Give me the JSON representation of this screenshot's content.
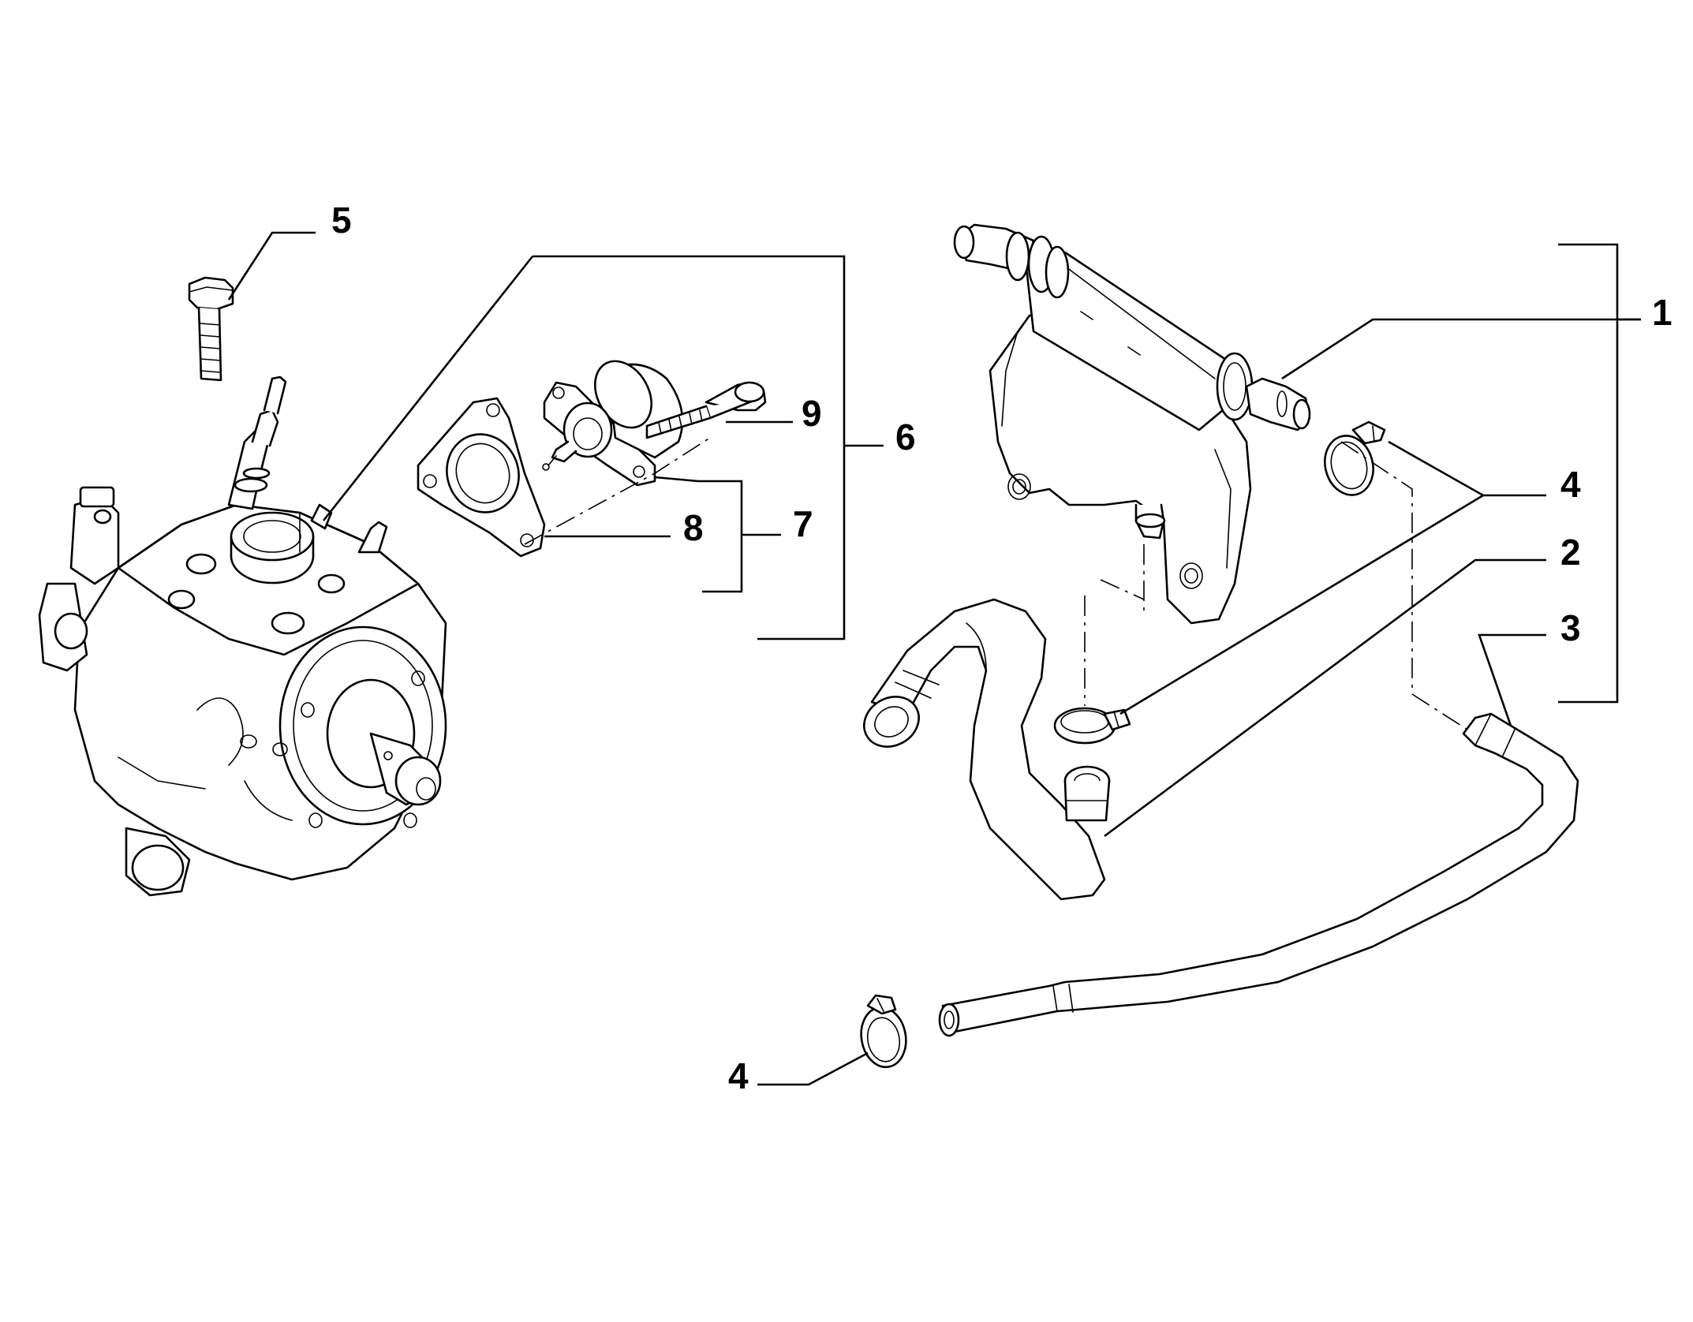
{
  "diagram": {
    "callouts": [
      {
        "id": "c1",
        "label": "1"
      },
      {
        "id": "c2",
        "label": "2"
      },
      {
        "id": "c3",
        "label": "3"
      },
      {
        "id": "c4a",
        "label": "4"
      },
      {
        "id": "c4b",
        "label": "4"
      },
      {
        "id": "c5",
        "label": "5"
      },
      {
        "id": "c6",
        "label": "6"
      },
      {
        "id": "c7",
        "label": "7"
      },
      {
        "id": "c8",
        "label": "8"
      },
      {
        "id": "c9",
        "label": "9"
      }
    ]
  }
}
